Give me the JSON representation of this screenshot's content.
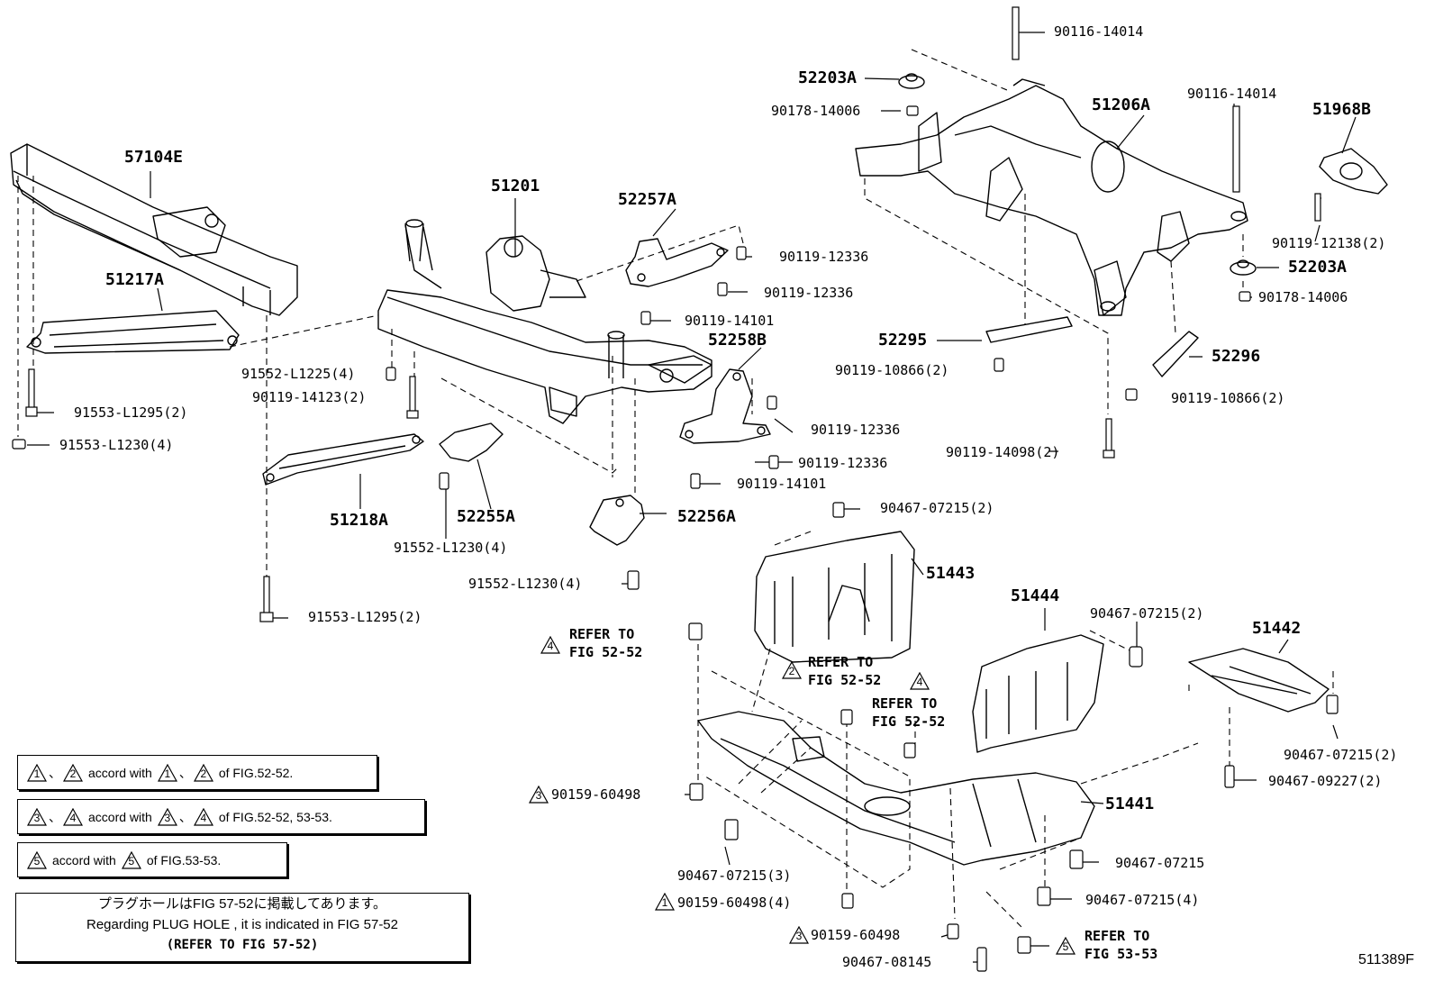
{
  "part_labels": [
    {
      "id": "57104E",
      "text": "57104E"
    },
    {
      "id": "51201",
      "text": "51201"
    },
    {
      "id": "52257A",
      "text": "52257A"
    },
    {
      "id": "52203A-top",
      "text": "52203A"
    },
    {
      "id": "51206A",
      "text": "51206A"
    },
    {
      "id": "51968B",
      "text": "51968B"
    },
    {
      "id": "51217A",
      "text": "51217A"
    },
    {
      "id": "52258B",
      "text": "52258B"
    },
    {
      "id": "52203A-right",
      "text": "52203A"
    },
    {
      "id": "52295",
      "text": "52295"
    },
    {
      "id": "52296",
      "text": "52296"
    },
    {
      "id": "51218A",
      "text": "51218A"
    },
    {
      "id": "52255A",
      "text": "52255A"
    },
    {
      "id": "52256A",
      "text": "52256A"
    },
    {
      "id": "51443",
      "text": "51443"
    },
    {
      "id": "51444",
      "text": "51444"
    },
    {
      "id": "51442",
      "text": "51442"
    },
    {
      "id": "51441",
      "text": "51441"
    }
  ],
  "fastener_labels": [
    {
      "id": "f1",
      "text": "90116-14014"
    },
    {
      "id": "f2",
      "text": "90178-14006"
    },
    {
      "id": "f3",
      "text": "90116-14014"
    },
    {
      "id": "f4",
      "text": "90119-12336"
    },
    {
      "id": "f5",
      "text": "90119-12336"
    },
    {
      "id": "f6",
      "text": "90119-14101"
    },
    {
      "id": "f7",
      "text": "90119-12138(2)"
    },
    {
      "id": "f8",
      "text": "90178-14006"
    },
    {
      "id": "f9",
      "text": "91552-L1225(4)"
    },
    {
      "id": "f10",
      "text": "90119-14123(2)"
    },
    {
      "id": "f11",
      "text": "90119-10866(2)"
    },
    {
      "id": "f12",
      "text": "90119-10866(2)"
    },
    {
      "id": "f13",
      "text": "91553-L1295(2)"
    },
    {
      "id": "f14",
      "text": "91553-L1230(4)"
    },
    {
      "id": "f15",
      "text": "90119-12336"
    },
    {
      "id": "f16",
      "text": "90119-12336"
    },
    {
      "id": "f17",
      "text": "90119-14098(2)"
    },
    {
      "id": "f18",
      "text": "90119-14101"
    },
    {
      "id": "f19",
      "text": "90467-07215(2)"
    },
    {
      "id": "f20",
      "text": "91552-L1230(4)"
    },
    {
      "id": "f21",
      "text": "91552-L1230(4)"
    },
    {
      "id": "f22",
      "text": "91553-L1295(2)"
    },
    {
      "id": "f23",
      "text": "90467-07215(2)"
    },
    {
      "id": "f24",
      "text": "90467-07215(2)"
    },
    {
      "id": "f25",
      "text": "90467-09227(2)"
    },
    {
      "id": "f26",
      "text": "90159-60498"
    },
    {
      "id": "f27",
      "text": "90467-07215(3)"
    },
    {
      "id": "f28",
      "text": "90467-07215"
    },
    {
      "id": "f29",
      "text": "90467-07215(4)"
    },
    {
      "id": "f30",
      "text": "90159-60498(4)"
    },
    {
      "id": "f31",
      "text": "90159-60498"
    },
    {
      "id": "f32",
      "text": "90467-08145"
    }
  ],
  "refer_notes": [
    {
      "id": "r4a",
      "mark": "4",
      "line1": "REFER TO",
      "line2": "FIG 52-52"
    },
    {
      "id": "r2",
      "mark": "2",
      "line1": "REFER TO",
      "line2": "FIG 52-52"
    },
    {
      "id": "r4b",
      "mark": "4",
      "line1": "REFER TO",
      "line2": "FIG 52-52"
    },
    {
      "id": "r5",
      "mark": "5",
      "line1": "REFER TO",
      "line2": "FIG 53-53"
    }
  ],
  "marks": {
    "m3": "3",
    "m1": "1",
    "m3b": "3"
  },
  "notes": {
    "n1": {
      "a": "1",
      "b": "2",
      "mid": "accord with",
      "c": "1",
      "d": "2",
      "end": "of FIG.52-52.",
      "sep": "、"
    },
    "n2": {
      "a": "3",
      "b": "4",
      "mid": "accord with",
      "c": "3",
      "d": "4",
      "end": "of FIG.52-52, 53-53.",
      "sep": "、"
    },
    "n3": {
      "a": "5",
      "mid": "accord with",
      "c": "5",
      "end": "of FIG.53-53."
    }
  },
  "plug_note": {
    "line1": "プラグホールはFIG 57-52に掲載してあります。",
    "line2": "Regarding  PLUG  HOLE , it is indicated in  FIG  57-52",
    "line3": "(REFER TO FIG 57-52)"
  },
  "figure_number": "511389F"
}
